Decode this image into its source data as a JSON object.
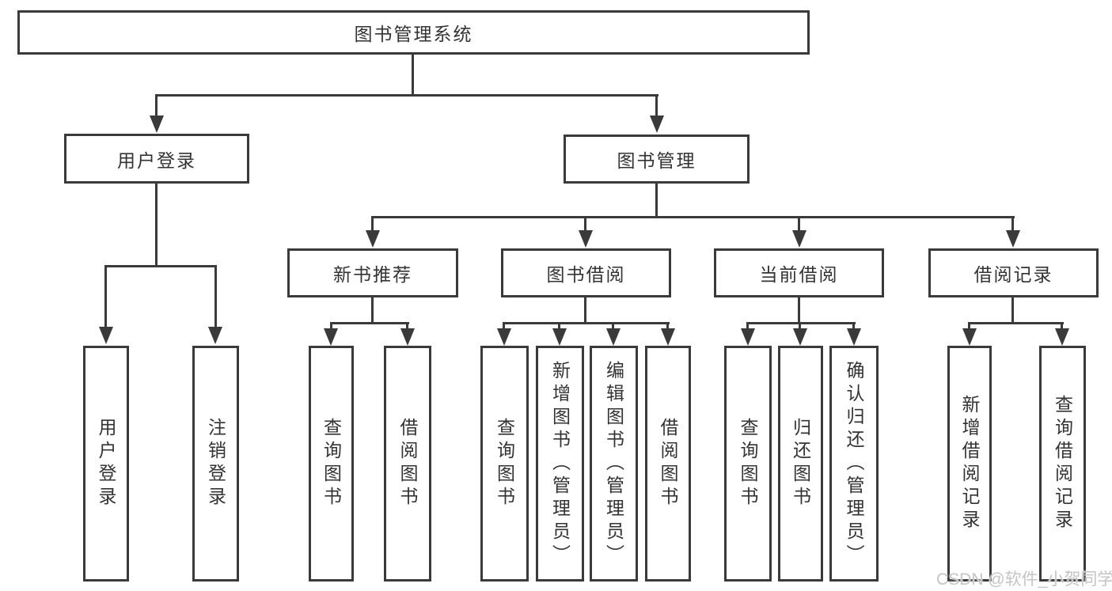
{
  "root": {
    "label": "图书管理系统"
  },
  "branches": [
    {
      "label": "用户登录",
      "children": [
        {
          "label": "用户登录"
        },
        {
          "label": "注销登录"
        }
      ]
    },
    {
      "label": "图书管理",
      "groups": [
        {
          "label": "新书推荐",
          "children": [
            {
              "label": "查询图书"
            },
            {
              "label": "借阅图书"
            }
          ]
        },
        {
          "label": "图书借阅",
          "children": [
            {
              "label": "查询图书"
            },
            {
              "label": "新增图书（管理员）"
            },
            {
              "label": "编辑图书（管理员）"
            },
            {
              "label": "借阅图书"
            }
          ]
        },
        {
          "label": "当前借阅",
          "children": [
            {
              "label": "查询图书"
            },
            {
              "label": "归还图书"
            },
            {
              "label": "确认归还（管理员）"
            }
          ]
        },
        {
          "label": "借阅记录",
          "children": [
            {
              "label": "新增借阅记录"
            },
            {
              "label": "查询借阅记录"
            }
          ]
        }
      ]
    }
  ],
  "watermark": {
    "text": "CSDN @软件_小贺同学"
  },
  "colors": {
    "line": "#3a3a3a",
    "text": "#333333",
    "watermark": "#c4c4c4",
    "background": "#ffffff"
  }
}
